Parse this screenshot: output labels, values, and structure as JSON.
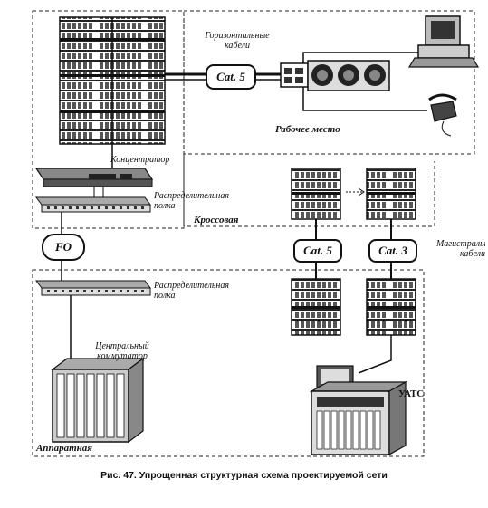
{
  "labels": {
    "horizontal_cables": [
      "Горизонтальные",
      "кабели"
    ],
    "cat5_top": "Cat. 5",
    "workplace": "Рабочее место",
    "hub": "Концентратор",
    "patch_panel_top": [
      "Распределительная",
      "полка"
    ],
    "cross_room": "Кроссовая",
    "fo": "FO",
    "cat5_mid": "Cat. 5",
    "cat3_mid": "Cat. 3",
    "backbone_cables": [
      "Магистральные",
      "кабели"
    ],
    "patch_panel_bottom": [
      "Распределительная",
      "полка"
    ],
    "central_switch": [
      "Центральный",
      "коммутатор"
    ],
    "pbx": "УАТС",
    "equipment_room": "Аппаратная",
    "caption": "Рис. 47. Упрощенная структурная схема проектируемой сети"
  }
}
